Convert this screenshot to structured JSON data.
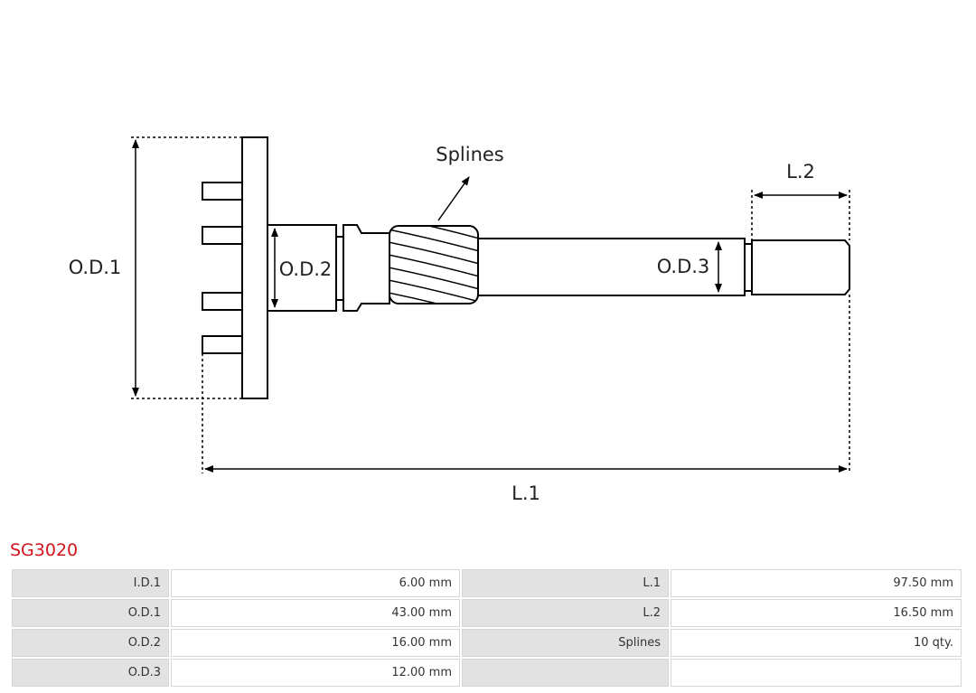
{
  "diagram": {
    "labels": {
      "od1": "O.D.1",
      "od2": "O.D.2",
      "od3": "O.D.3",
      "splines": "Splines",
      "l1": "L.1",
      "l2": "L.2"
    }
  },
  "product": {
    "code": "SG3020"
  },
  "specs": {
    "rows": [
      [
        {
          "label": "I.D.1",
          "value": "6.00 mm"
        },
        {
          "label": "L.1",
          "value": "97.50 mm"
        }
      ],
      [
        {
          "label": "O.D.1",
          "value": "43.00 mm"
        },
        {
          "label": "L.2",
          "value": "16.50 mm"
        }
      ],
      [
        {
          "label": "O.D.2",
          "value": "16.00 mm"
        },
        {
          "label": "Splines",
          "value": "10 qty."
        }
      ],
      [
        {
          "label": "O.D.3",
          "value": "12.00 mm"
        },
        {
          "label": "",
          "value": ""
        }
      ]
    ]
  },
  "colors": {
    "accent": "#d0141b",
    "label_cell": "#e2e2e2",
    "line": "#000000"
  }
}
